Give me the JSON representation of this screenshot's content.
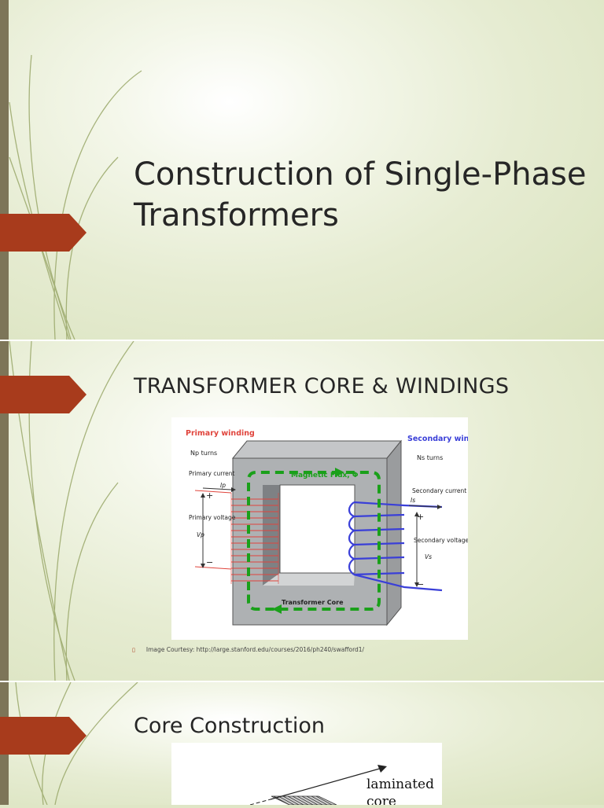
{
  "slides": [
    {
      "title": "Construction of Single-Phase Transformers"
    },
    {
      "title": "TRANSFORMER CORE & WINDINGS",
      "diagram": {
        "primary_winding": "Primary winding",
        "primary_turns": "Np turns",
        "primary_current": "Primary current",
        "primary_current_symbol": "Ip",
        "primary_voltage": "Primary voltage",
        "primary_voltage_symbol": "Vp",
        "magnetic_flux": "Magnetic Flux, Φ",
        "secondary_winding": "Secondary winding",
        "secondary_turns": "Ns turns",
        "secondary_current": "Secondary current",
        "secondary_current_symbol": "Is",
        "secondary_voltage": "Secondary voltage",
        "secondary_voltage_symbol": "Vs",
        "core": "Transformer Core",
        "plus": "+",
        "minus": "−"
      },
      "caption": "Image Courtesy: http://large.stanford.edu/courses/2016/ph240/swafford1/",
      "bullet": "▯"
    },
    {
      "title": "Core Construction",
      "diagram": {
        "laminated": "laminated",
        "core": "core"
      }
    }
  ],
  "colors": {
    "accent": "#a83b1c",
    "sidebar": "#7d7558",
    "primary": "#e0443c",
    "secondary": "#3a3fd8",
    "flux": "#1aa01a"
  }
}
